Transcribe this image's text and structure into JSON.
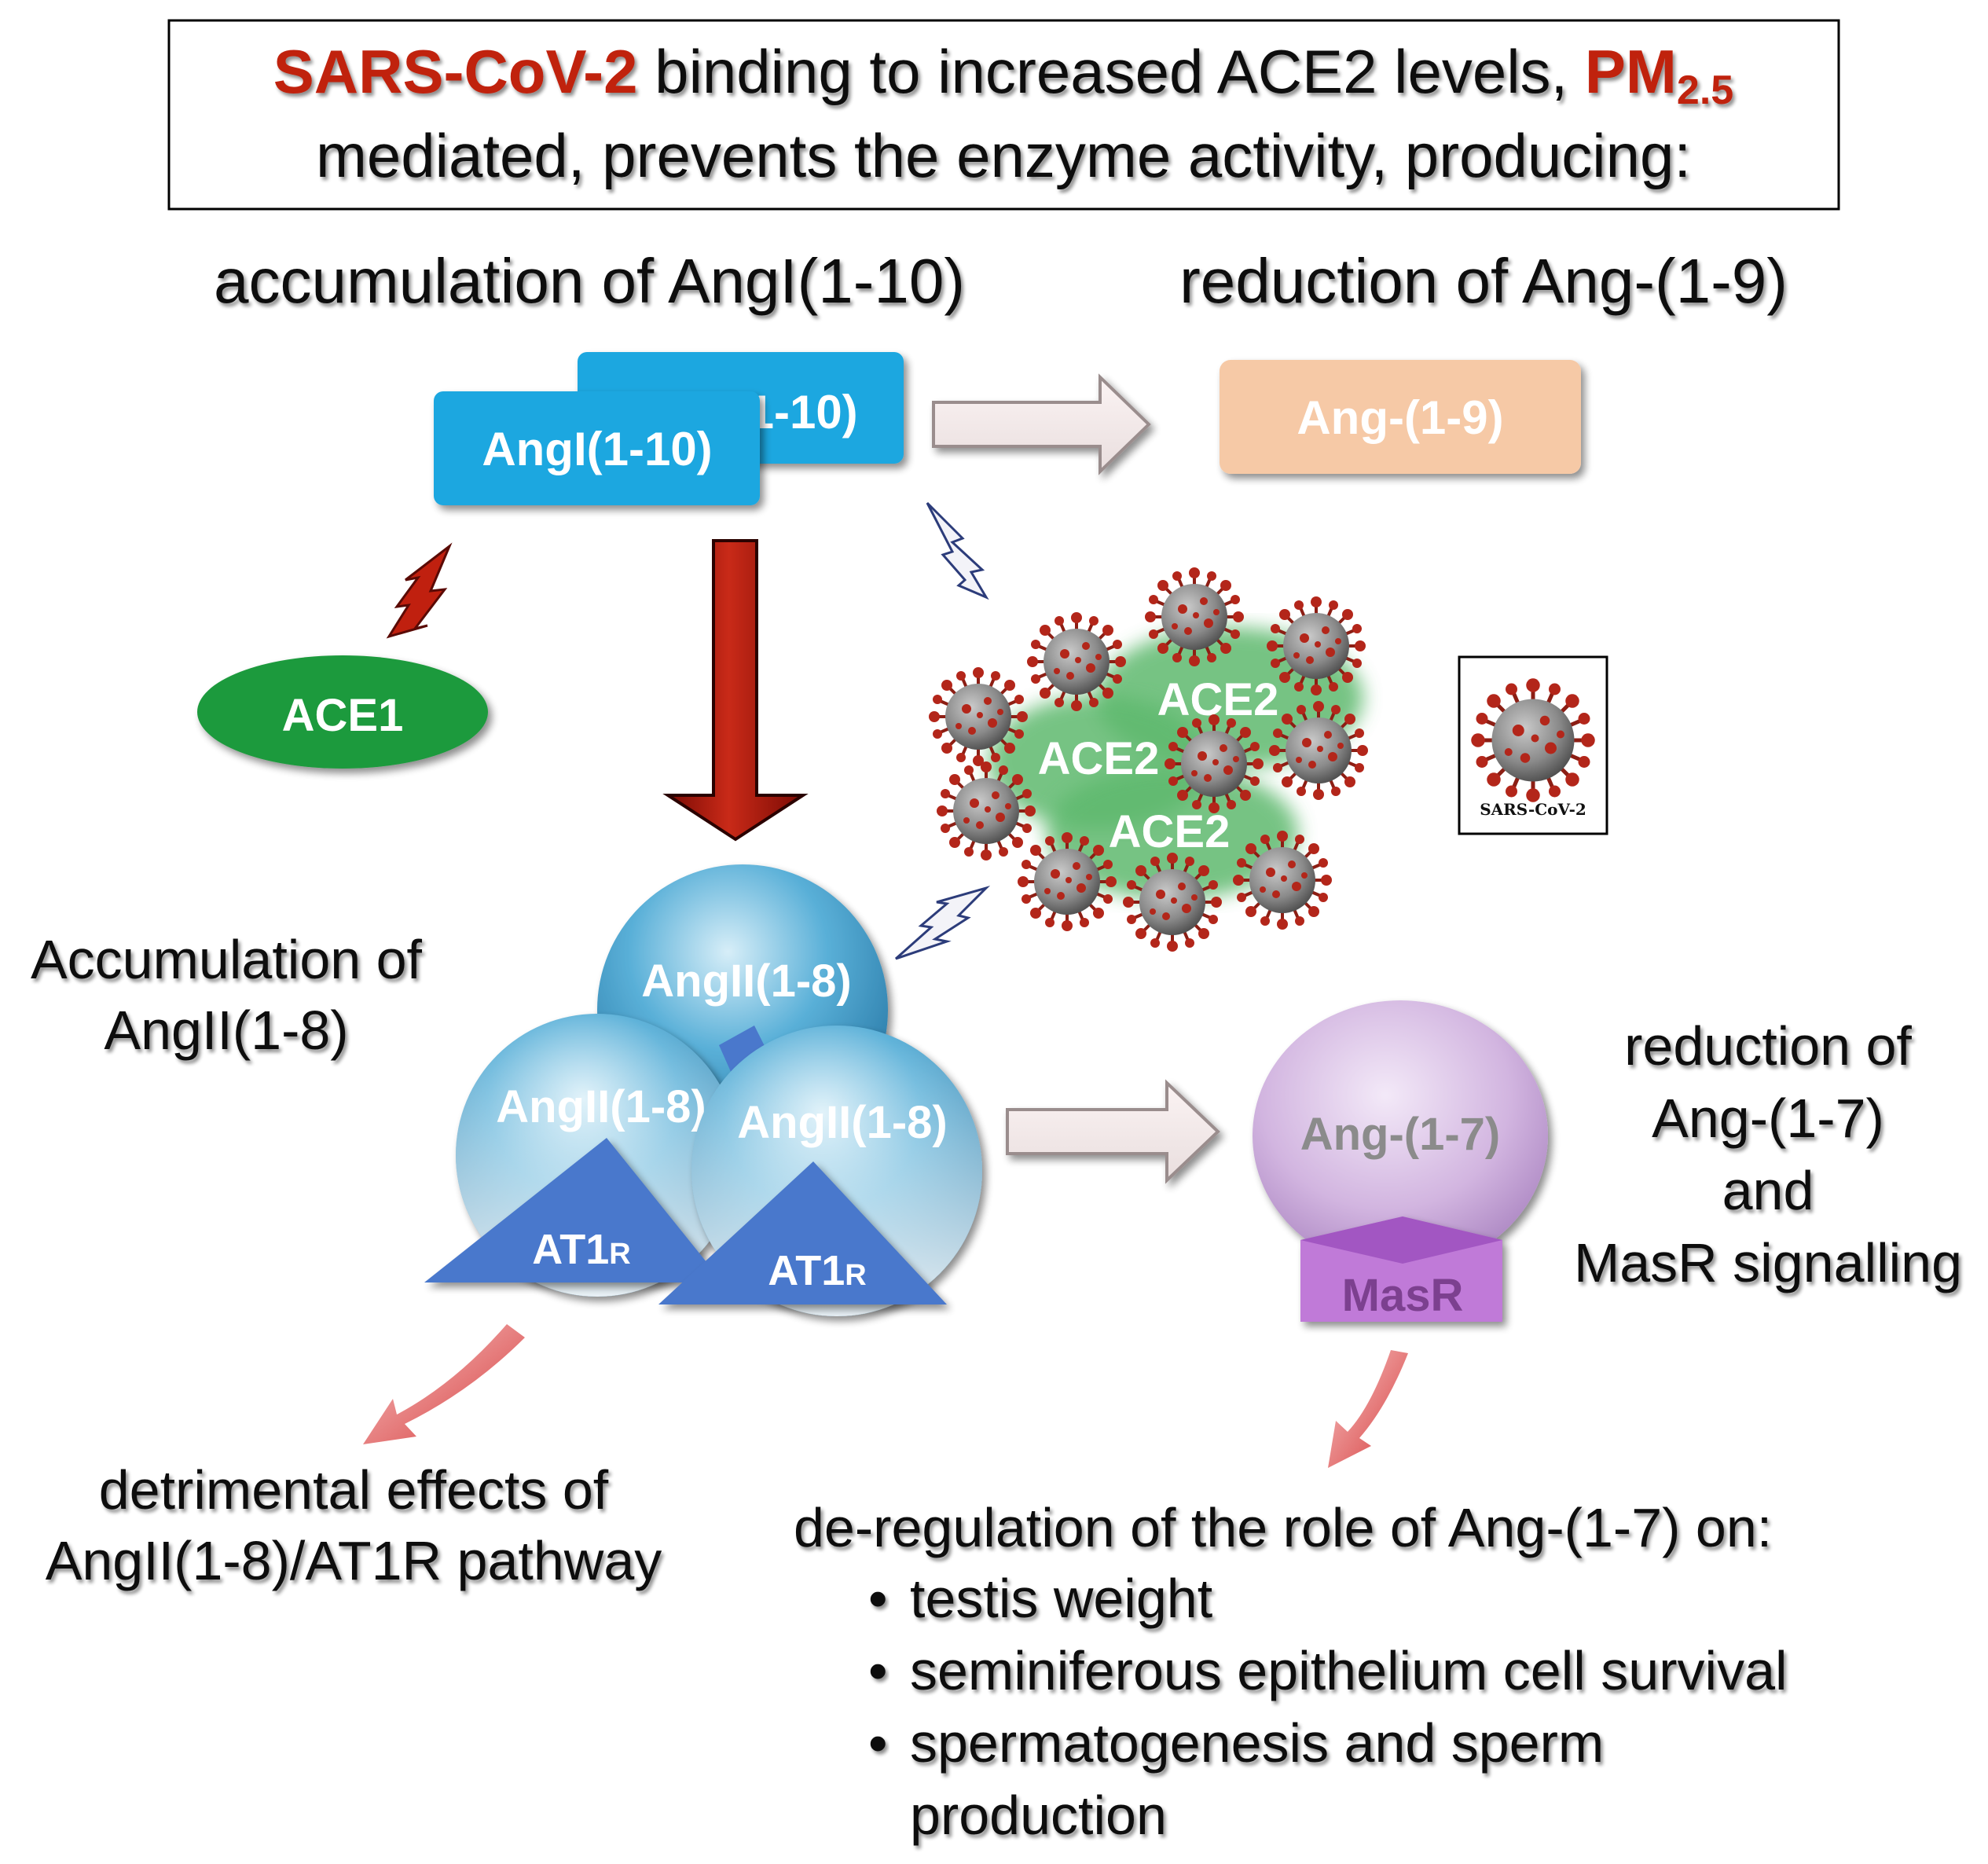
{
  "header": {
    "part1": "SARS-CoV-2",
    "part2": " binding to increased ACE2 levels, ",
    "pm": "PM",
    "pm_sub": "2.5",
    "line2": "mediated, prevents the enzyme activity, producing:"
  },
  "labels": {
    "accum_angI": "accumulation of AngI(1-10)",
    "reduction_ang19": "reduction of Ang-(1-9)",
    "accum_angII_line1": "Accumulation of",
    "accum_angII_line2": "AngII(1-8)",
    "reduction_ang17_line1": "reduction of",
    "reduction_ang17_line2": "Ang-(1-7)",
    "reduction_ang17_line3": "and",
    "reduction_ang17_line4": "MasR signalling"
  },
  "boxes": {
    "angI_back": "AngI(1-10)",
    "angI_front": "AngI(1-10)",
    "ang19": "Ang-(1-9)",
    "ace1": "ACE1",
    "ace2_a": "ACE2",
    "ace2_b": "ACE2",
    "ace2_c": "ACE2",
    "angII_top": "AngII(1-8)",
    "angII_left": "AngII(1-8)",
    "angII_right": "AngII(1-8)",
    "at1r_left": "AT1",
    "at1r_left_sub": "R",
    "at1r_right": "AT1",
    "at1r_right_sub": "R",
    "ang17": "Ang-(1-7)",
    "masr": "MasR",
    "virus_legend": "SARS-CoV-2"
  },
  "effects": {
    "left_line1": "detrimental effects of",
    "left_line2": "AngII(1-8)/AT1R pathway",
    "right_title": "de-regulation of the role of Ang-(1-7) on:",
    "bullets": [
      "testis weight",
      "seminiferous epithelium cell survival",
      "spermatogenesis and sperm"
    ],
    "bullet3_cont": "production"
  },
  "colors": {
    "accent_red": "#c0200f",
    "angI_blue": "#1aa7e0",
    "ang19_peach": "#f6c9a6",
    "ace1_green": "#1e9a3c",
    "ace2_green": "#4aaa5c",
    "sphere_blue": "#3a95c6",
    "at1r_blue": "#4a78cc",
    "ang17_purple": "#c7a7d6",
    "masr_purple": "#b86fcf",
    "big_arrow_red": "#b01a10"
  }
}
